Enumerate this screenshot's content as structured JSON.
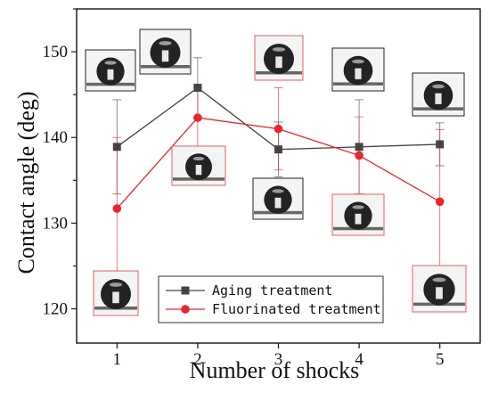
{
  "chart_data": {
    "type": "line",
    "xlabel": "Number of shocks",
    "ylabel": "Contact angle (deg)",
    "x": [
      1,
      2,
      3,
      4,
      5
    ],
    "xlim": [
      0.5,
      5.5
    ],
    "ylim": [
      116,
      155
    ],
    "xticks": [
      "1",
      "2",
      "3",
      "4",
      "5"
    ],
    "yticks": [
      120,
      130,
      140,
      150
    ],
    "grid": false,
    "legend_position": "bottom-center",
    "series": [
      {
        "name": "Aging treatment",
        "values": [
          138.9,
          145.8,
          138.6,
          138.9,
          139.2
        ],
        "error": [
          5.5,
          3.5,
          3.2,
          5.5,
          2.5
        ],
        "color": "#444444",
        "marker": "square"
      },
      {
        "name": "Fluorinated treatment",
        "values": [
          131.7,
          142.3,
          141.0,
          137.9,
          132.5
        ],
        "error": [
          8.3,
          3.5,
          4.8,
          4.5,
          8.4
        ],
        "color": "#e8262b",
        "marker": "circle"
      }
    ],
    "droplet_images": [
      {
        "series": "Aging treatment",
        "x": 1
      },
      {
        "series": "Aging treatment",
        "x": 2
      },
      {
        "series": "Aging treatment",
        "x": 3
      },
      {
        "series": "Aging treatment",
        "x": 4
      },
      {
        "series": "Aging treatment",
        "x": 5
      },
      {
        "series": "Fluorinated treatment",
        "x": 1
      },
      {
        "series": "Fluorinated treatment",
        "x": 2
      },
      {
        "series": "Fluorinated treatment",
        "x": 3
      },
      {
        "series": "Fluorinated treatment",
        "x": 4
      },
      {
        "series": "Fluorinated treatment",
        "x": 5
      }
    ]
  }
}
